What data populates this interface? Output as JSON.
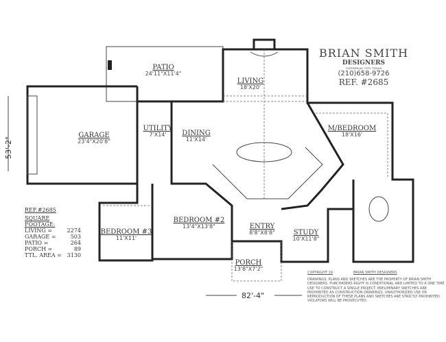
{
  "logo": {
    "name": "BRIAN SMITH",
    "subtitle": "DESIGNERS",
    "city": "UNIVERSAL CITY, TEXAS",
    "phone": "(210)658-9726",
    "ref": "REF. #2685"
  },
  "rooms": {
    "patio": {
      "name": "PATIO",
      "size": "24'11\"X11'4\""
    },
    "living": {
      "name": "LIVING",
      "size": "18'X20'"
    },
    "garage": {
      "name": "GARAGE",
      "size": "23'4\"X20'8\""
    },
    "utility": {
      "name": "UTILITY",
      "size": "7'X14'"
    },
    "dining": {
      "name": "DINING",
      "size": "11'X14'"
    },
    "master": {
      "name": "M/BEDROOM",
      "size": "18'X16'"
    },
    "bedroom3": {
      "name": "BEDROOM #3",
      "size": "11'X11'"
    },
    "bedroom2": {
      "name": "BEDROOM #2",
      "size": "13'4\"X13'8\""
    },
    "entry": {
      "name": "ENTRY",
      "size": "8'8\"X8'8\""
    },
    "study": {
      "name": "STUDY",
      "size": "10'X11'8\""
    },
    "porch": {
      "name": "PORCH",
      "size": "13'8\"X7'2\""
    }
  },
  "dimensions": {
    "depth": "53'-2\"",
    "width": "82'-4\""
  },
  "square_footage": {
    "ref": "REF.#2685",
    "title": "SQUARE FOOTAGE:",
    "rows": [
      {
        "label": "LIVING =",
        "value": "2274"
      },
      {
        "label": "GARAGE =",
        "value": "503"
      },
      {
        "label": "PATIO =",
        "value": "264"
      },
      {
        "label": "PORCH =",
        "value": "89"
      },
      {
        "label": "TTL. AREA =",
        "value": "3130"
      }
    ]
  },
  "notes": {
    "copyright": "COPYRIGHT 19",
    "owner": "BRIAN SMITH DESIGNERS",
    "text": "DRAWINGS, PLANS AND SKETCHES ARE THE PROPERTY OF BRIAN SMITH DESIGNERS. PURCHASERS RIGHT IS CONDITIONAL AND LIMITED TO A ONE TIME USE TO CONSTRUCT A SINGLE PROJECT. PRELIMINARY SKETCHES ARE PROHIBITED AS CONSTRUCTION DRAWINGS. UNAUTHORIZED USE OR REPRODUCTION OF THESE PLANS AND SKETCHES ARE STRICTLY PROHIBITED. VIOLATORS WILL BE PROSECUTED."
  }
}
